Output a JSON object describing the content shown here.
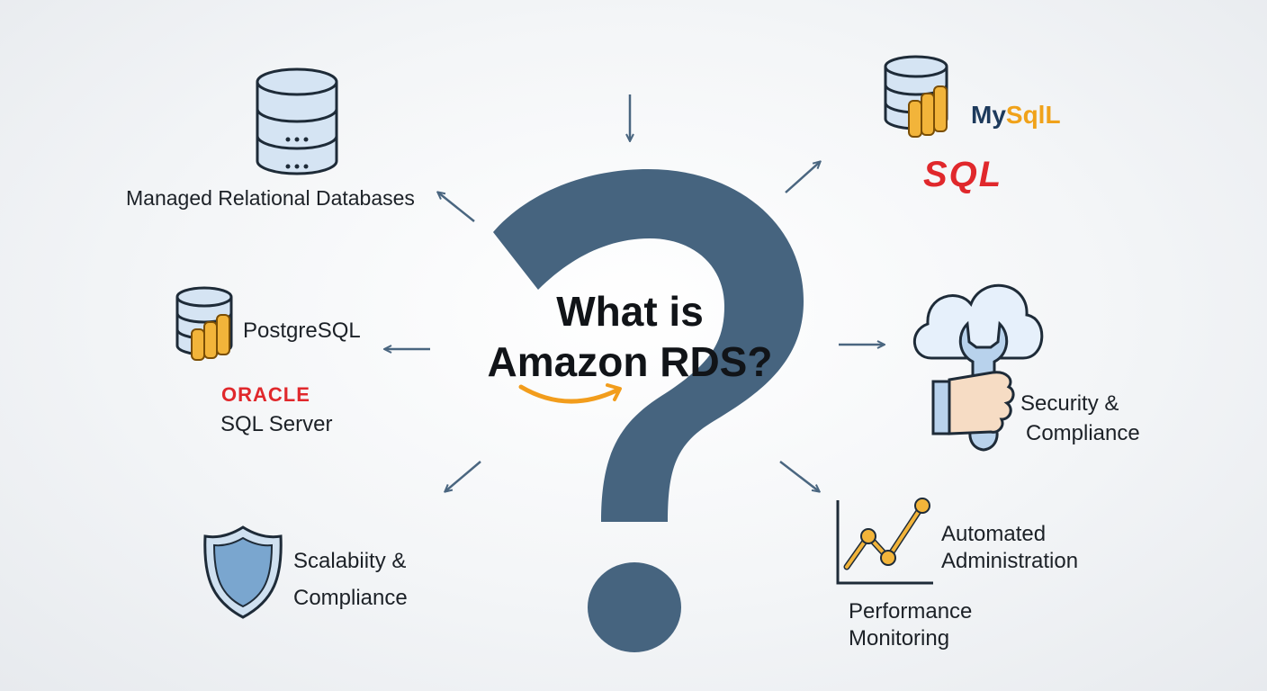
{
  "center": {
    "title_line1": "What is",
    "title_line2": "Amazon RDS?"
  },
  "nodes": {
    "managed": {
      "label": "Managed Relational Databases",
      "icon": "database-server-icon"
    },
    "mysql": {
      "label_prefix": "My",
      "label_suffix": "SqlL",
      "sql_logo": "SQL",
      "icon": "database-coins-icon"
    },
    "postgres": {
      "label": "PostgreSQL",
      "oracle": "ORACLE",
      "sqlserver": "SQL Server",
      "icon": "database-coins-icon"
    },
    "security": {
      "line1": "Security &",
      "line2": "Compliance",
      "icon": "cloud-wrench-icon"
    },
    "scalability": {
      "line1": "Scalabiity &",
      "line2": "Compliance",
      "icon": "shield-icon"
    },
    "automated": {
      "line1": "Automated",
      "line2": "Administration",
      "icon": "line-chart-icon"
    },
    "performance": {
      "line1": "Performance",
      "line2": "Monitoring"
    }
  },
  "colors": {
    "question_mark": "#46647f",
    "arrow": "#4a6680",
    "amazon_orange": "#f29d1c",
    "mysql_blue": "#1d3a5c",
    "mysql_orange": "#f0a21a",
    "oracle_red": "#e0282c",
    "db_blue": "#cfe0f0",
    "coin_gold": "#f2b43a"
  }
}
